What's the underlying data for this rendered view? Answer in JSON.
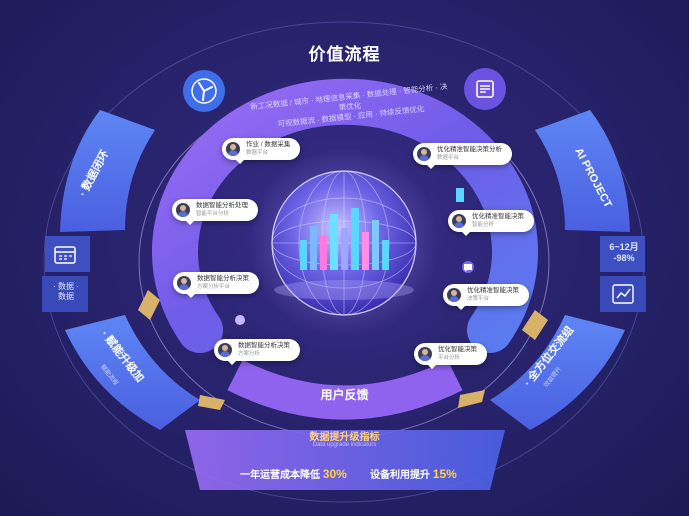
{
  "title": "价值流程",
  "top_arc_text": [
    "新工况数据 / 城市 · 地理信息采集 · 数据处理 · 智能分析 · 决策优化",
    "可视数据流 · 数据模型 · 应用 · 持续反馈优化"
  ],
  "left_segment": {
    "label": "· 数据闭环",
    "stat": "· 数据 ·\n数据"
  },
  "left_lower_segment": {
    "label": "· 赋能升级加",
    "sub": "赋能流程"
  },
  "right_segment": {
    "label": "AI PROJECT",
    "stat": "6~12月\n-98%"
  },
  "right_lower_segment": {
    "label": "· 全方位交流组",
    "sub": "效益提升"
  },
  "bubbles_left": [
    {
      "title": "作业 / 数据采集",
      "sub": "数据平台"
    },
    {
      "title": "数据智能分析处理",
      "sub": "智能平台分析"
    },
    {
      "title": "数据智能分析决策",
      "sub": "方案分析平台"
    },
    {
      "title": "数据智能分析决策",
      "sub": "方案分析"
    }
  ],
  "bubbles_right": [
    {
      "title": "优化精准智能决策分析",
      "sub": "数据平台"
    },
    {
      "title": "优化精准智能决策",
      "sub": "智能分析"
    },
    {
      "title": "优化精准智能决策",
      "sub": "决策平台"
    },
    {
      "title": "优化智能决策",
      "sub": "平台分析"
    }
  ],
  "bottom_center": "用户反馈",
  "upgrade_title": "数据提升级指标",
  "upgrade_sub": "Data upgrade indicators",
  "bottom_stats": [
    {
      "text": "一年运营成本降低",
      "value": "30%"
    },
    {
      "text": "设备利用提升",
      "value": "15%"
    }
  ],
  "icons": [
    "wind-turbine-icon",
    "document-icon",
    "calendar-icon",
    "chat-icon"
  ],
  "colors": {
    "accent_blue": "#4f6df0",
    "accent_purple": "#8a5cf0",
    "gold": "#d9b26a",
    "highlight": "#ffd23e"
  }
}
